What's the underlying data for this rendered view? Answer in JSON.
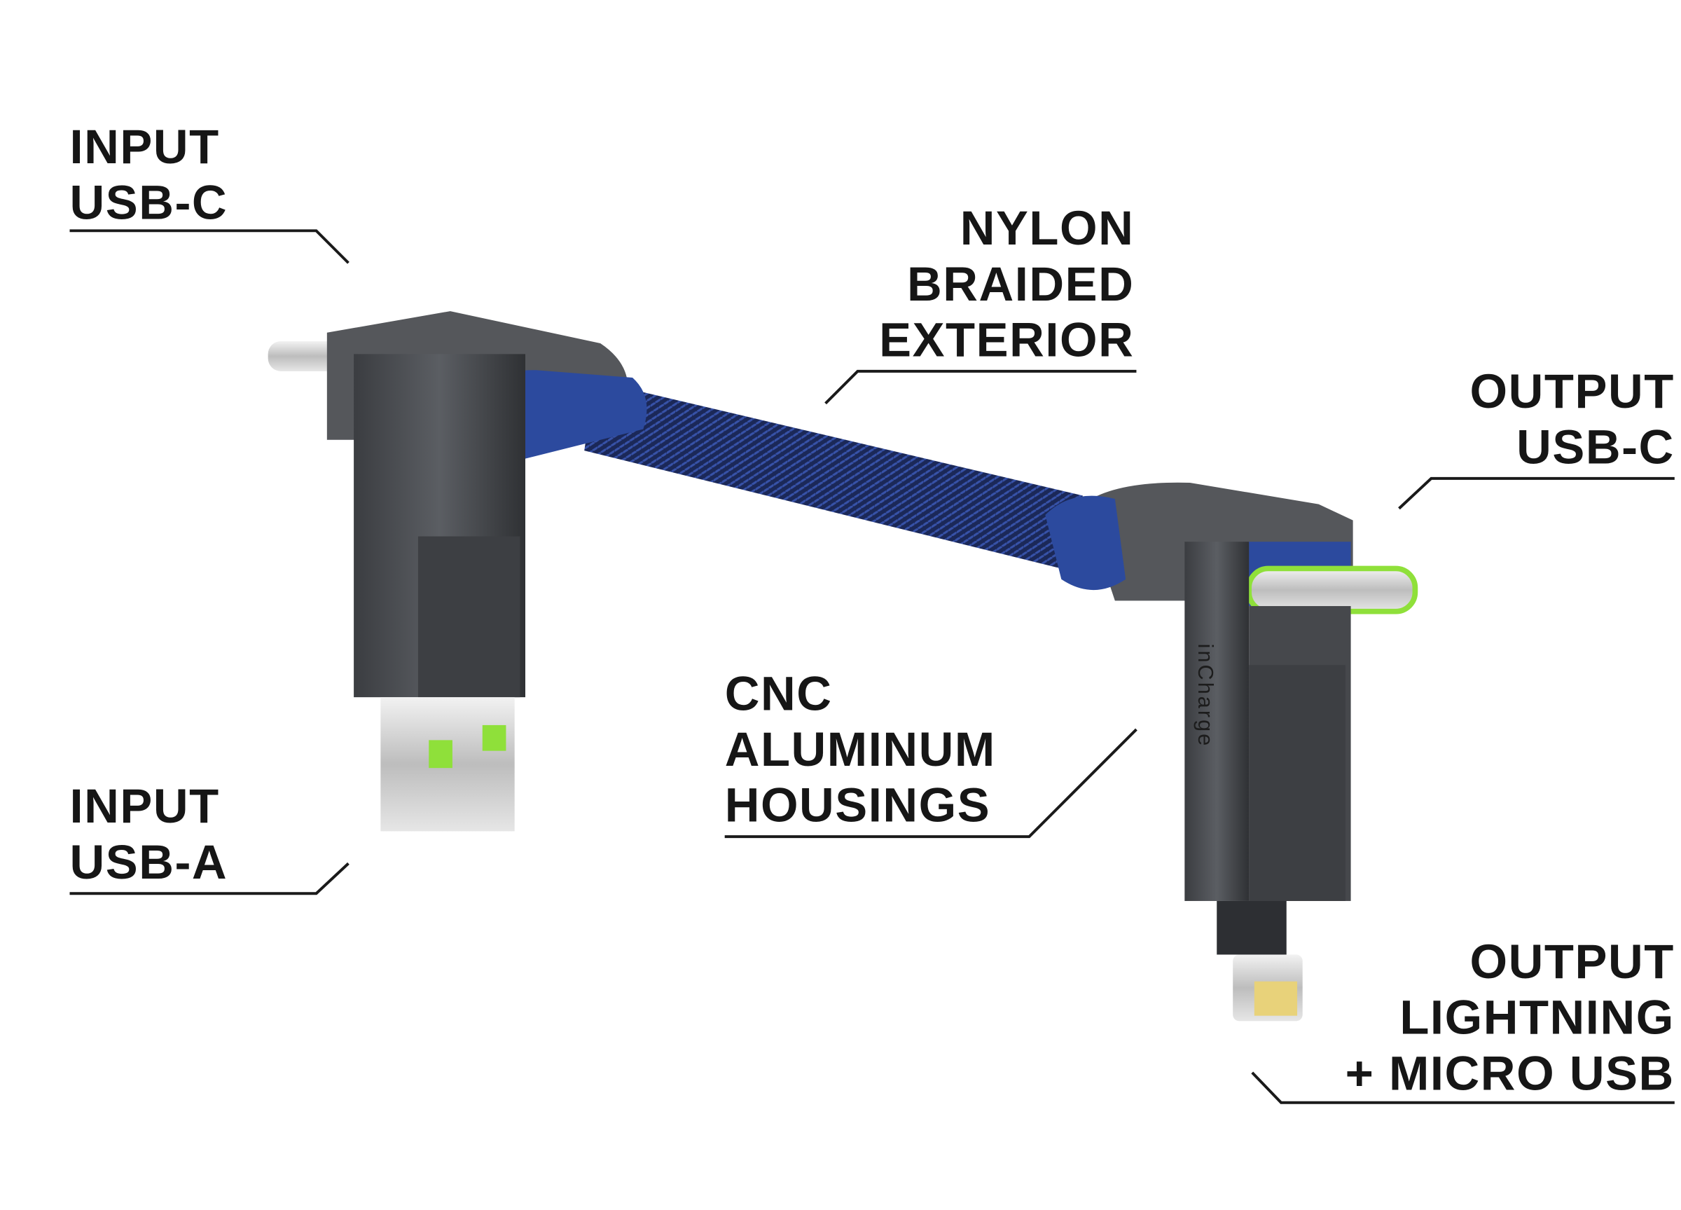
{
  "labels": {
    "input_usb_c": [
      "INPUT",
      "USB-C"
    ],
    "nylon": [
      "NYLON",
      "BRAIDED",
      "EXTERIOR"
    ],
    "output_usb_c": [
      "OUTPUT",
      "USB-C"
    ],
    "cnc": [
      "CNC",
      "ALUMINUM",
      "HOUSINGS"
    ],
    "input_usb_a": [
      "INPUT",
      "USB-A"
    ],
    "output_lightning": [
      "OUTPUT",
      "LIGHTNING",
      "+ MICRO USB"
    ]
  },
  "brand_text": "inCharge",
  "colors": {
    "housing": "#4a4c50",
    "cable": "#1e2f6b",
    "accent_green": "#8fe03a",
    "text": "#161616"
  }
}
